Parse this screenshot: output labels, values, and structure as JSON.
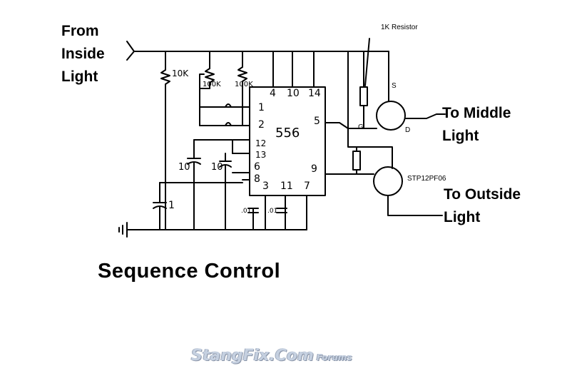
{
  "labels": {
    "from_inside_light": [
      "From",
      "Inside",
      "Light"
    ],
    "to_middle_light": [
      "To Middle",
      "Light"
    ],
    "to_outside_light": [
      "To Outside",
      "Light"
    ],
    "resistor_1k": "1K Resistor",
    "mosfet_part": "STP12PF06",
    "terminal_s": "S",
    "terminal_g": "G",
    "terminal_d": "D",
    "title": "Sequence Control"
  },
  "components": {
    "r1": "10K",
    "pot1": "100K",
    "pot2": "100K",
    "ic": "556",
    "cap1": "10",
    "cap2": "10",
    "cap3": "1",
    "cap4": ".01",
    "cap5": ".01"
  },
  "ic_pins": [
    "4",
    "10",
    "14",
    "1",
    "2",
    "5",
    "12",
    "13",
    "6",
    "8",
    "9",
    "3",
    "11",
    "7"
  ],
  "watermark": {
    "brand": "StangFix.Com",
    "suffix": "Forums"
  },
  "colors": {
    "ink": "#000000",
    "watermark": "#c5d0e0"
  }
}
